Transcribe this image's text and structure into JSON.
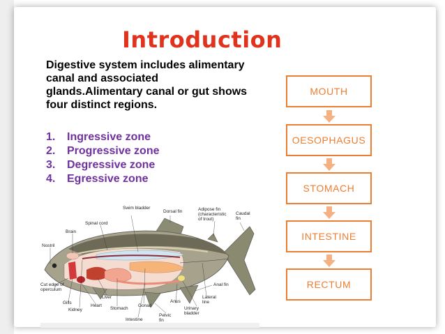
{
  "slide": {
    "title": "Introduction",
    "intro_text": "Digestive system  includes alimentary canal and associated glands.Alimentary canal or gut shows four distinct regions.",
    "zones": [
      {
        "num": "1.",
        "label": "Ingressive zone"
      },
      {
        "num": "2.",
        "label": "Progressive zone"
      },
      {
        "num": "3.",
        "label": "Degressive zone"
      },
      {
        "num": "4.",
        "label": "Egressive zone"
      }
    ]
  },
  "flowchart": {
    "steps": [
      "MOUTH",
      "OESOPHAGUS",
      "STOMACH",
      "INTESTINE",
      "RECTUM"
    ],
    "color": "#ed7d31"
  },
  "fish_diagram": {
    "labels": {
      "swim_bladder": "Swim bladder",
      "dorsal_fin": "Dorsal fin",
      "adipose_fin": "Adipose fin (characteristic of trout)",
      "caudal_fin": "Caudal fin",
      "spinal_cord": "Spinal cord",
      "brain": "Brain",
      "nostril": "Nostril",
      "cut_edge": "Cut edge of operculum",
      "gills": "Gills",
      "kidney": "Kidney",
      "heart": "Heart",
      "liver": "Liver",
      "stomach": "Stomach",
      "intestine": "Intestine",
      "gonad": "Gonad",
      "pelvic_fin": "Pelvic fin",
      "anus": "Anus",
      "urinary_bladder": "Urinary bladder",
      "lateral_line": "Lateral line",
      "anal_fin": "Anal fin"
    }
  },
  "colors": {
    "title": "#e0331d",
    "zones": "#7030a0",
    "accent": "#ed7d31"
  }
}
